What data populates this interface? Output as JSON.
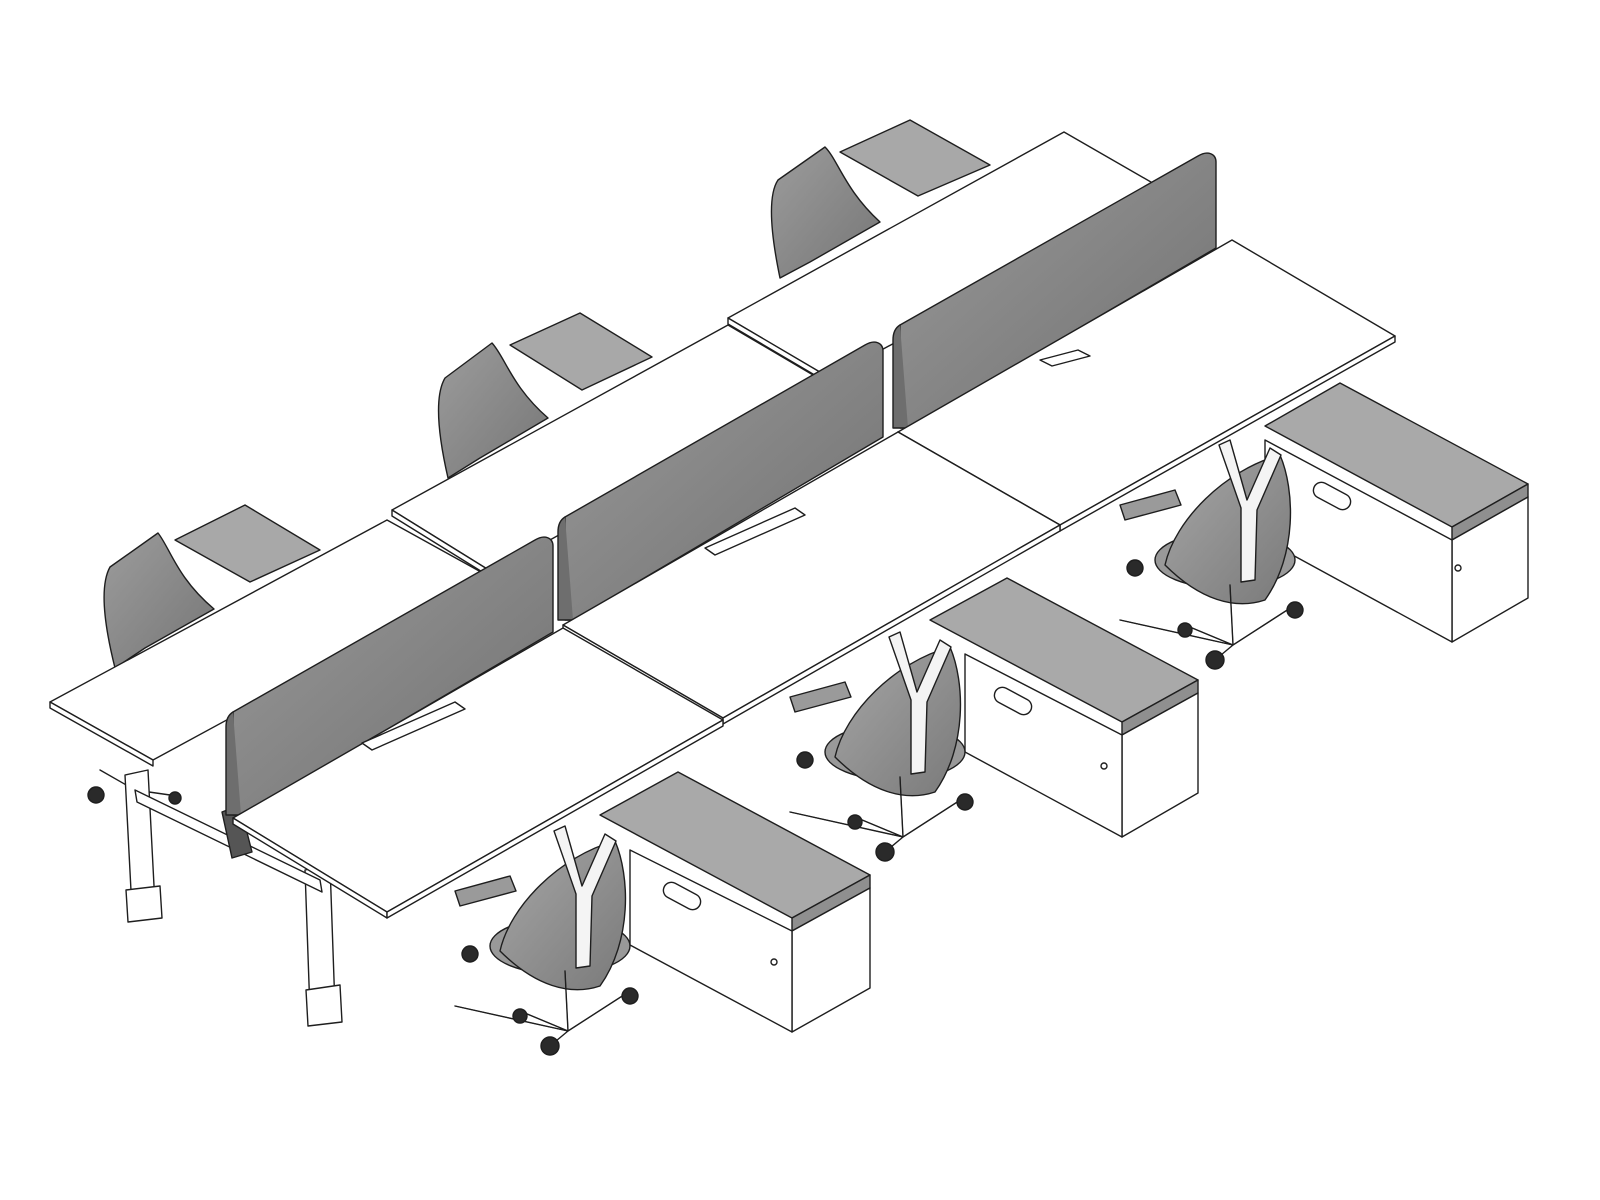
{
  "scene": {
    "background": "#ffffff",
    "colors": {
      "line": "#1e1e1e",
      "desktop": "#ffffff",
      "screen": "#858585",
      "screen_dark": "#6a6a6a",
      "cushion": "#a9a9a9",
      "chair_back": "#8c8c8c",
      "chair_seat": "#9a9a9a",
      "chair_frame": "#f4f4f4",
      "wheel": "#2a2a2a"
    },
    "workstations": 6,
    "privacy_screens": 3,
    "storage_benches": 3,
    "task_chairs_front": 3,
    "side_chairs_back": 3
  }
}
